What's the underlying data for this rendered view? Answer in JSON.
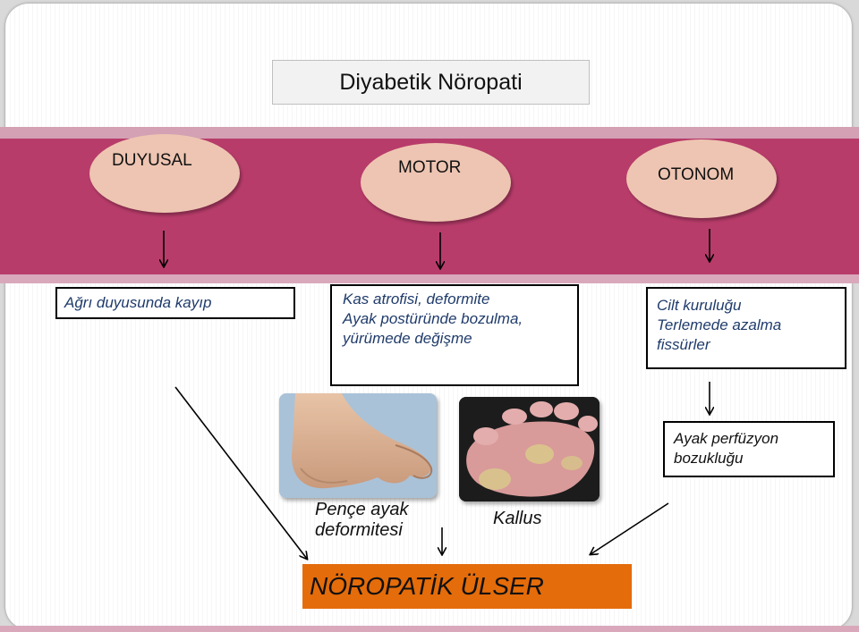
{
  "title": "Diyabetik Nöropati",
  "categories": {
    "sensory": "DUYUSAL",
    "motor": "MOTOR",
    "autonomic": "OTONOM"
  },
  "boxes": {
    "sensory_effect": [
      "Ağrı duyusunda kayıp"
    ],
    "motor_effects": [
      "Kas atrofisi, deformite",
      "Ayak postüründe bozulma,",
      "yürümede değişme"
    ],
    "autonomic_effects": [
      "Cilt kuruluğu",
      "Terlemede azalma",
      "fissürler"
    ],
    "perfusion": [
      "Ayak perfüzyon",
      "bozukluğu"
    ]
  },
  "captions": {
    "claw_foot": [
      "Pençe ayak",
      "deformitesi"
    ],
    "callus": "Kallus"
  },
  "result": "NÖROPATİK ÜLSER",
  "colors": {
    "band": "#b83c6a",
    "oval": "#eec5b2",
    "result_box": "#e46c0a",
    "effect_text": "#1f3b6b"
  }
}
